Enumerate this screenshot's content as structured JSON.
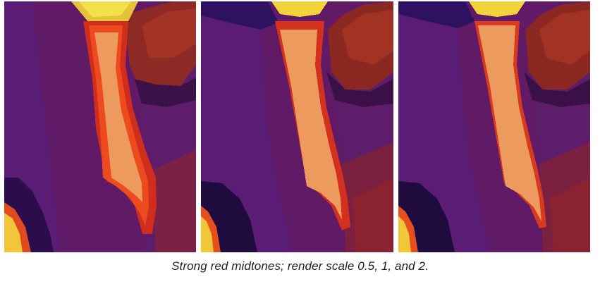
{
  "figure": {
    "caption": "Strong red midtones; render scale 0.5, 1, and 2.",
    "panels": [
      {
        "name": "render-scale-0.5"
      },
      {
        "name": "render-scale-1"
      },
      {
        "name": "render-scale-2"
      }
    ],
    "palette": {
      "background_purple": "#611a66",
      "dark_purple": "#3a0f5e",
      "deep_navy": "#1a0c3a",
      "magenta": "#7a1f5a",
      "dark_red": "#8a2230",
      "red": "#d4301f",
      "orange_edge": "#ee4a1f",
      "peach_band": "#ec9a5e",
      "yellow": "#f2d43a",
      "bright_yellow": "#f7e84a"
    }
  }
}
